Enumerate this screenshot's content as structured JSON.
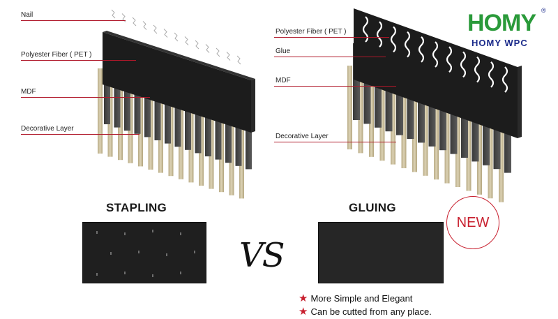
{
  "left": {
    "labels": {
      "nail": "Nail",
      "polyester": "Polyester Fiber ( PET )",
      "mdf": "MDF",
      "decorative": "Decorative Layer"
    },
    "title": "STAPLING"
  },
  "right": {
    "labels": {
      "polyester": "Polyester Fiber ( PET )",
      "glue": "Glue",
      "mdf": "MDF",
      "decorative": "Decorative Layer"
    },
    "title": "GLUING"
  },
  "vs": "VS",
  "badge": "NEW",
  "features": [
    "More Simple and Elegant",
    "Can be cutted from any place."
  ],
  "brand": {
    "logo": "HOMY",
    "registered": "®",
    "name": "HOMY WPC"
  },
  "colors": {
    "accent": "#c8202f",
    "logo_green": "#2a9a3a",
    "brand_blue": "#1a2a8a",
    "pet": "#1f1f1f",
    "wood": "#cbbf9c"
  }
}
